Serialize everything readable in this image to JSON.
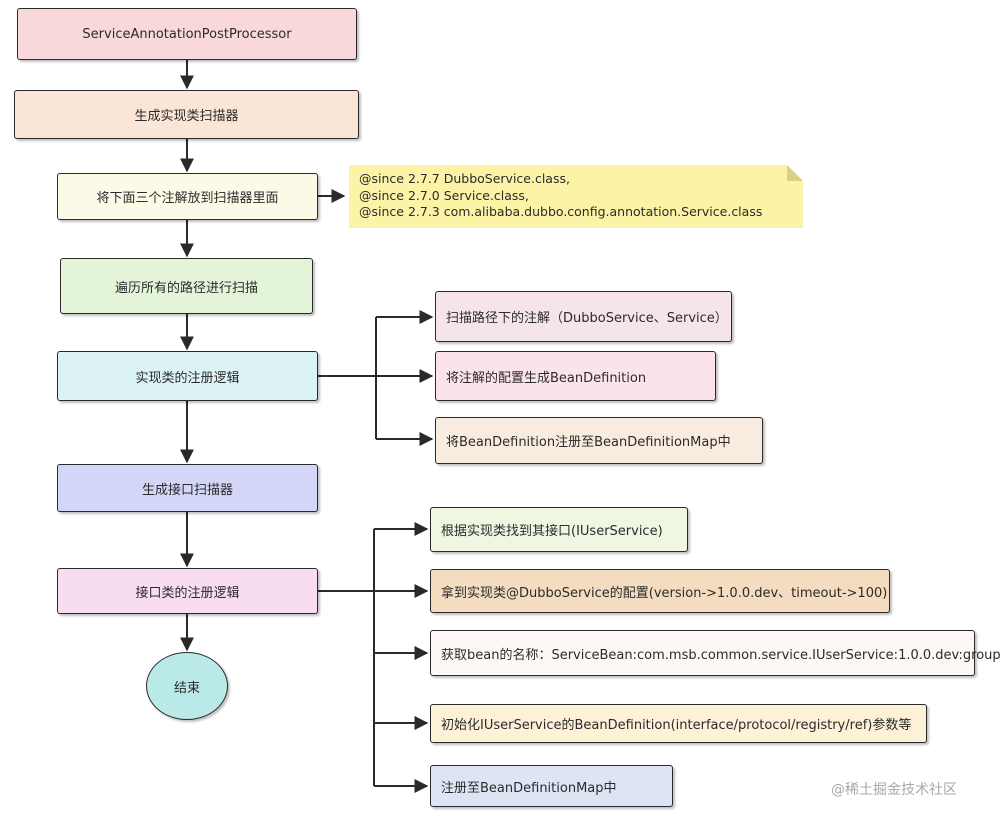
{
  "nodes": {
    "service_annotation_post_processor": "ServiceAnnotationPostProcessor",
    "create_impl_scanner": "生成实现类扫描器",
    "add_annotations_to_scanner": "将下面三个注解放到扫描器里面",
    "traverse_paths_scan": "遍历所有的路径进行扫描",
    "impl_registration_logic": "实现类的注册逻辑",
    "scan_annotations_under_path": "扫描路径下的注解（DubboService、Service）",
    "generate_bean_definition": "将注解的配置生成BeanDefinition",
    "register_to_bean_definition_map": "将BeanDefinition注册至BeanDefinitionMap中",
    "create_interface_scanner": "生成接口扫描器",
    "interface_registration_logic": "接口类的注册逻辑",
    "end": "结束",
    "find_interface": "根据实现类找到其接口(IUserService)",
    "get_dubbo_service_config": "拿到实现类@DubboService的配置(version->1.0.0.dev、timeout->100)",
    "get_bean_name": "获取bean的名称：ServiceBean:com.msb.common.service.IUserService:1.0.0.dev:group",
    "init_bean_definition": "初始化IUserService的BeanDefinition(interface/protocol/registry/ref)参数等",
    "register_bean_definition_map": "注册至BeanDefinitionMap中"
  },
  "note": {
    "line1": "@since 2.7.7 DubboService.class,",
    "line2": "@since 2.7.0 Service.class,",
    "line3": "@since 2.7.3 com.alibaba.dubbo.config.annotation.Service.class"
  },
  "watermark": "@稀土掘金技术社区",
  "colors": {
    "service_annotation_post_processor": "#f9d8dc",
    "create_impl_scanner": "#fbe5d6",
    "add_annotations_to_scanner": "#fbfae6",
    "traverse_paths_scan": "#e3f4d8",
    "impl_registration_logic": "#dcf3f6",
    "scan_annotations_under_path": "#f6e4ec",
    "generate_bean_definition": "#fbe3ea",
    "register_to_bean_definition_map": "#f8ece0",
    "create_interface_scanner": "#d3d6f7",
    "interface_registration_logic": "#f8dcef",
    "end": "#b9eae7",
    "find_interface": "#eff6e2",
    "get_dubbo_service_config": "#f3dcbf",
    "get_bean_name": "#fdf8f6",
    "init_bean_definition": "#fdf1d7",
    "register_bean_definition_map": "#dde5f5",
    "note": "#fdf3a7",
    "line": "#2a2a2a"
  }
}
